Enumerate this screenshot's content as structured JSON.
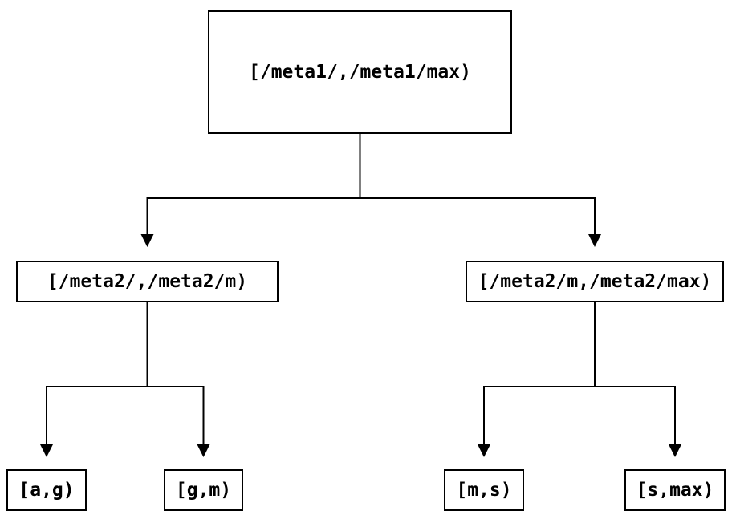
{
  "diagram": {
    "type": "tree",
    "background_color": "#ffffff",
    "line_color": "#000000",
    "text_color": "#000000",
    "nodes": {
      "root": "[/meta1/,/meta1/max)",
      "mid_left": "[/meta2/,/meta2/m)",
      "mid_right": "[/meta2/m,/meta2/max)",
      "leaf_ag": "[a,g)",
      "leaf_gm": "[g,m)",
      "leaf_ms": "[m,s)",
      "leaf_smax": "[s,max)"
    },
    "edges": [
      {
        "from": "root",
        "to": "mid_left"
      },
      {
        "from": "root",
        "to": "mid_right"
      },
      {
        "from": "mid_left",
        "to": "leaf_ag"
      },
      {
        "from": "mid_left",
        "to": "leaf_gm"
      },
      {
        "from": "mid_right",
        "to": "leaf_ms"
      },
      {
        "from": "mid_right",
        "to": "leaf_smax"
      }
    ]
  }
}
